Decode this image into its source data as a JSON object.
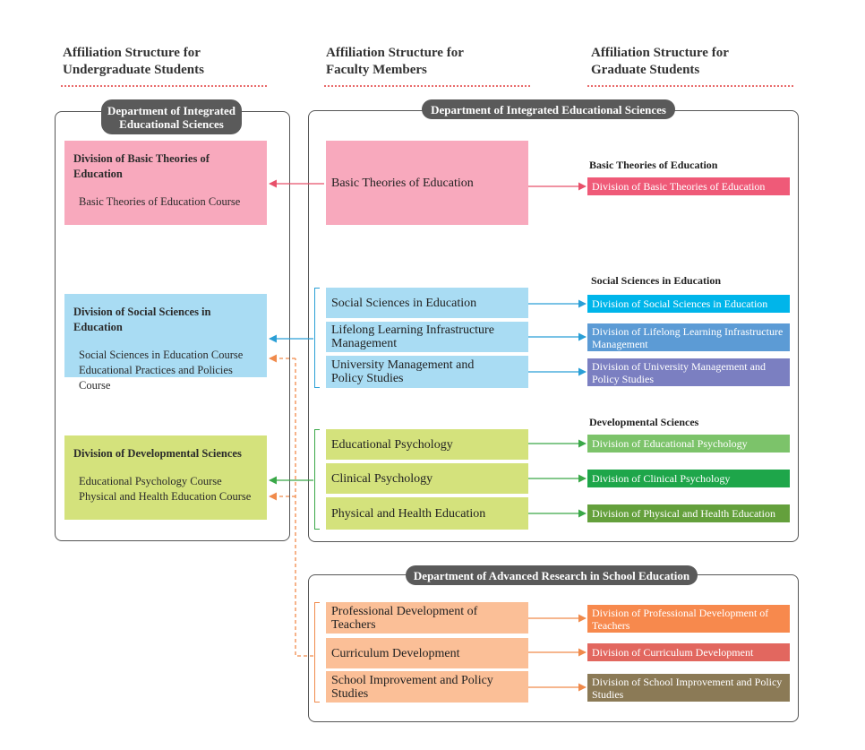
{
  "headers": {
    "undergrad": "Affiliation Structure for\nUndergraduate Students",
    "faculty": "Affiliation Structure for\nFaculty Members",
    "graduate": "Affiliation Structure for\nGraduate Students"
  },
  "departments": {
    "ug": "Department of Integrated\nEducational Sciences",
    "integrated": "Department of Integrated Educational Sciences",
    "advanced": "Department of Advanced Research in School Education"
  },
  "undergrad": [
    {
      "title": "Division of Basic Theories of Education",
      "courses": [
        "Basic Theories of Education Course"
      ],
      "color": "#f8a9bd"
    },
    {
      "title": "Division of Social Sciences in Education",
      "courses": [
        "Social Sciences in Education Course",
        "Educational Practices and Policies Course"
      ],
      "color": "#a9dcf3"
    },
    {
      "title": "Division of Developmental Sciences",
      "courses": [
        "Educational Psychology Course",
        "Physical and Health Education Course"
      ],
      "color": "#d4e27c"
    }
  ],
  "faculty": {
    "basic": "Basic Theories of Education",
    "social": [
      "Social Sciences in Education",
      "Lifelong Learning Infrastructure\nManagement",
      "University Management and\nPolicy Studies"
    ],
    "developmental": [
      "Educational Psychology",
      "Clinical Psychology",
      "Physical and Health Education"
    ],
    "advanced": [
      "Professional Development of Teachers",
      "Curriculum Development",
      "School Improvement and Policy Studies"
    ]
  },
  "graduate": {
    "labels": {
      "basic": "Basic Theories of Education",
      "social": "Social Sciences in Education",
      "developmental": "Developmental Sciences"
    },
    "basic": "Division of Basic Theories of Education",
    "social": [
      "Division of Social Sciences in Education",
      "Division of Lifelong Learning Infrastructure\nManagement",
      "Division of University Management and\nPolicy Studies"
    ],
    "developmental": [
      "Division of Educational Psychology",
      "Division of Clinical Psychology",
      "Division of Physical and Health Education"
    ],
    "advanced": [
      "Division of Professional Development of\nTeachers",
      "Division of Curriculum Development",
      "Division of School Improvement and Policy\nStudies"
    ]
  },
  "colors": {
    "pink": "#f8a9bd",
    "blue": "#a9dcf3",
    "green": "#d4e27c",
    "orange": "#fbbf97",
    "g_basic": "#ef5a78",
    "g_social": [
      "#00b5ea",
      "#5c9bd5",
      "#7b7fc1"
    ],
    "g_dev": [
      "#7cc36a",
      "#1ea64a",
      "#64a03c"
    ],
    "g_adv": [
      "#f7894d",
      "#e2675f",
      "#8b7a56"
    ],
    "arrow_pink": "#e8506a",
    "arrow_blue": "#2a9fd6",
    "arrow_green": "#3aa848",
    "arrow_orange": "#f08a4b"
  }
}
